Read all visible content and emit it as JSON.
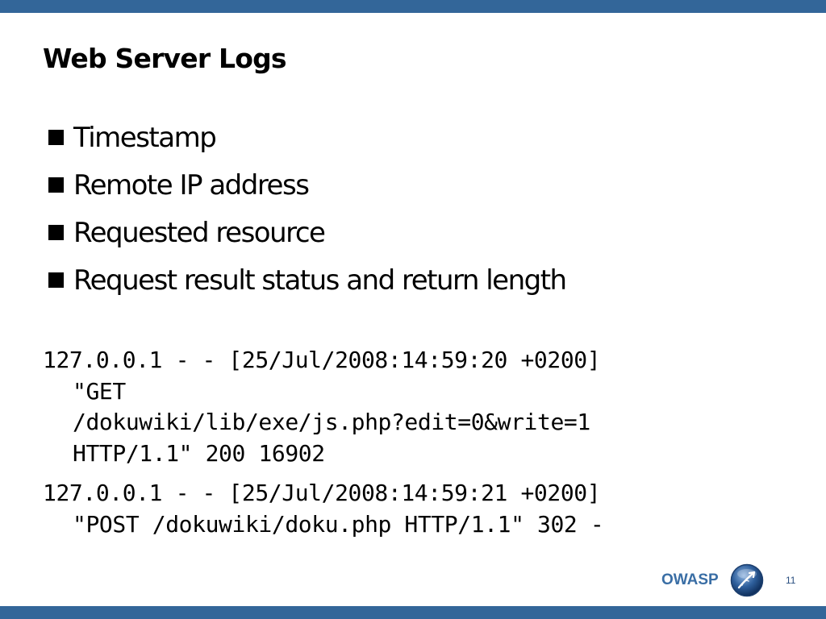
{
  "slide": {
    "title": "Web Server Logs",
    "bullets": [
      "Timestamp",
      "Remote IP address",
      "Requested resource",
      "Request result status and return length"
    ],
    "log_entries": [
      {
        "lines": [
          "127.0.0.1 - - [25/Jul/2008:14:59:20 +0200]",
          "\"GET",
          "/dokuwiki/lib/exe/js.php?edit=0&write=1",
          "HTTP/1.1\" 200 16902"
        ]
      },
      {
        "lines": [
          "127.0.0.1 - - [25/Jul/2008:14:59:21 +0200]",
          "\"POST /dokuwiki/doku.php HTTP/1.1\" 302 -"
        ]
      }
    ]
  },
  "footer": {
    "brand": "OWASP",
    "logo_icon": "owasp-wasp-logo-icon",
    "page_number": "11"
  },
  "colors": {
    "bar": "#336699",
    "brand_text": "#3a6ea5"
  }
}
